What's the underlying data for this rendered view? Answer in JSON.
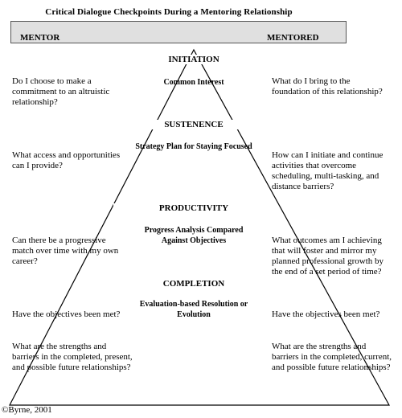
{
  "title": "Critical Dialogue Checkpoints During a Mentoring Relationship",
  "header": {
    "left": "MENTOR",
    "right": "MENTORED"
  },
  "stages": [
    {
      "name": "INITIATION",
      "center": "Common Interest",
      "mentor_questions": [
        "Do I choose to make a commitment to an altruistic relationship?"
      ],
      "mentored_questions": [
        "What do I bring to the foundation of this relationship?"
      ]
    },
    {
      "name": "SUSTENENCE",
      "center": "Strategy Plan for Staying Focused",
      "mentor_questions": [
        "What access and opportunities can I provide?"
      ],
      "mentored_questions": [
        "How can I initiate and continue activities that overcome scheduling, multi-tasking, and distance barriers?"
      ]
    },
    {
      "name": "PRODUCTIVITY",
      "center": "Progress Analysis Compared Against Objectives",
      "mentor_questions": [
        "Can there be a progressive match over time with my own career?"
      ],
      "mentored_questions": [
        "What outcomes am I achieving that will foster and mirror my planned professional growth by the end of a set period of time?"
      ]
    },
    {
      "name": "COMPLETION",
      "center": "Evaluation-based Resolution or Evolution",
      "mentor_questions": [
        "Have the objectives been met?",
        "What are the strengths and barriers in the completed, present, and possible future relationships?"
      ],
      "mentored_questions": [
        "Have the objectives been met?",
        "What are the strengths and barriers in the completed, current, and possible future relationships?"
      ]
    }
  ],
  "copyright": "©Byrne, 2001"
}
